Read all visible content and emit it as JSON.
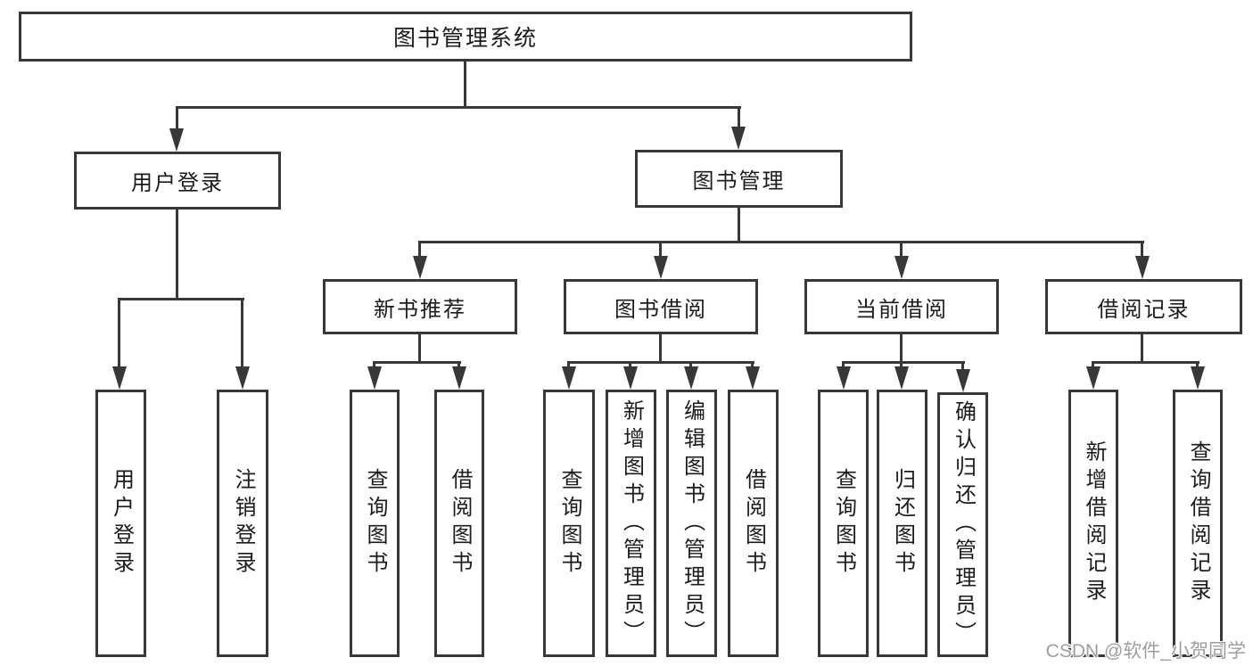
{
  "diagram_title": "图书管理系统",
  "tree": {
    "label": "图书管理系统",
    "children": [
      {
        "label": "用户登录",
        "children": [
          {
            "label": "用户登录"
          },
          {
            "label": "注销登录"
          }
        ]
      },
      {
        "label": "图书管理",
        "children": [
          {
            "label": "新书推荐",
            "children": [
              {
                "label": "查询图书"
              },
              {
                "label": "借阅图书"
              }
            ]
          },
          {
            "label": "图书借阅",
            "children": [
              {
                "label": "查询图书"
              },
              {
                "label": "新增图书（管理员）"
              },
              {
                "label": "编辑图书（管理员）"
              },
              {
                "label": "借阅图书"
              }
            ]
          },
          {
            "label": "当前借阅",
            "children": [
              {
                "label": "查询图书"
              },
              {
                "label": "归还图书"
              },
              {
                "label": "确认归还（管理员）"
              }
            ]
          },
          {
            "label": "借阅记录",
            "children": [
              {
                "label": "新增借阅记录"
              },
              {
                "label": "查询借阅记录"
              }
            ]
          }
        ]
      }
    ]
  },
  "watermark": "CSDN @软件_小贺同学",
  "colors": {
    "box_border": "#383838",
    "connector_line": "#383838",
    "text": "#1c1c1c",
    "watermark_text": "#9e9e9e",
    "background": "#ffffff"
  }
}
